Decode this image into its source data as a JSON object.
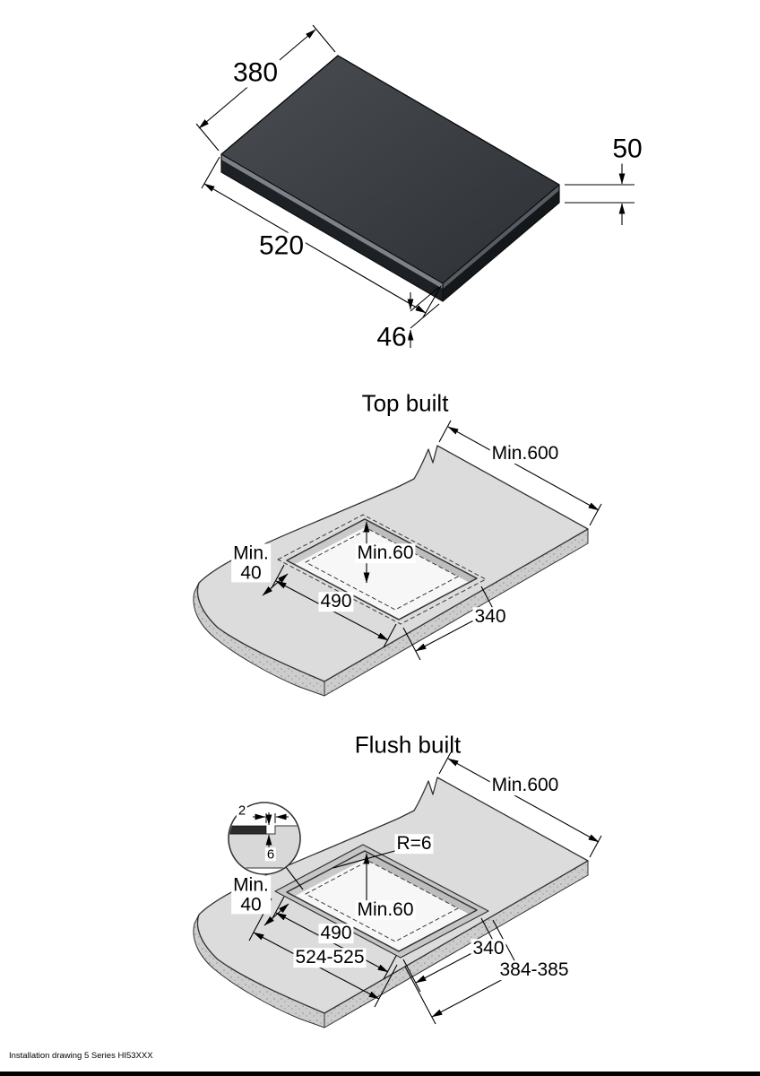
{
  "product_view": {
    "width": "380",
    "depth": "520",
    "total_height": "50",
    "body_height": "46"
  },
  "top_built": {
    "title": "Top built",
    "min_worktop_depth": "Min.600",
    "min_rear_gap": "Min.\n40",
    "min_clearance": "Min.60",
    "cutout_length": "490",
    "cutout_width": "340"
  },
  "flush_built": {
    "title": "Flush built",
    "min_worktop_depth": "Min.600",
    "min_rear_gap": "Min.\n40",
    "min_clearance": "Min.60",
    "cutout_length": "490",
    "cutout_width": "340",
    "recess_length": "524-525",
    "recess_width": "384-385",
    "corner_radius": "R=6",
    "detail_gap": "2",
    "detail_depth": "6"
  },
  "footer": {
    "text": "Installation drawing 5 Series HI53XXX"
  }
}
